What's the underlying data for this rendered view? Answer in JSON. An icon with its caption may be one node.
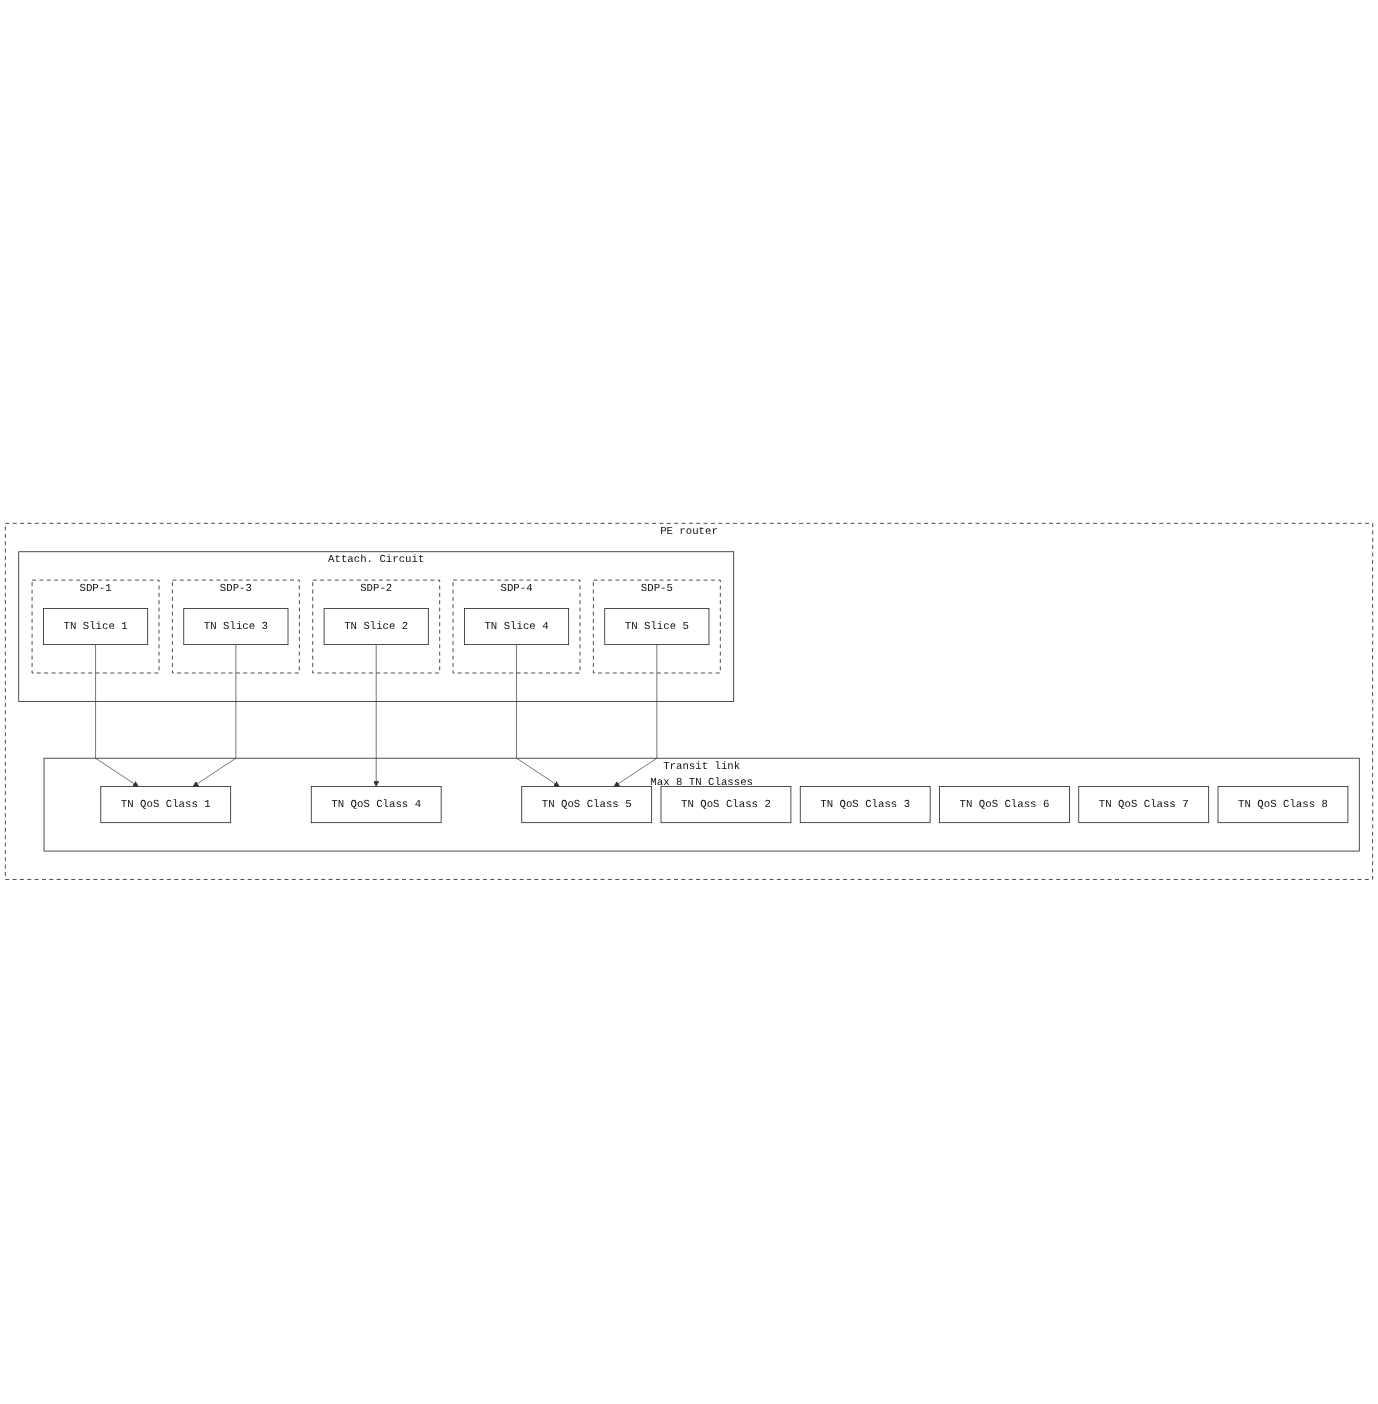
{
  "diagram": {
    "nodes": [
      {
        "text": [
          "PE router"
        ]
      },
      {
        "text": [
          "Attach. Circuit"
        ],
        "in": 0
      },
      {
        "text": [
          "SDP-1"
        ],
        "in": 1
      },
      {
        "text": [
          "TN Slice 1"
        ],
        "in": 2
      },
      {
        "text": [
          "SDP-2"
        ],
        "in": 1
      },
      {
        "text": [
          "TN Slice 2"
        ],
        "in": 4
      },
      {
        "text": [
          "SDP-3"
        ],
        "in": 1
      },
      {
        "text": [
          "TN Slice 3"
        ],
        "in": 6
      },
      {
        "text": [
          "SDP-4"
        ],
        "in": 1
      },
      {
        "text": [
          "TN Slice 4"
        ],
        "in": 8
      },
      {
        "text": [
          "SDP-5"
        ],
        "in": 1
      },
      {
        "text": [
          "TN Slice 5"
        ],
        "in": 10
      },
      {
        "text": [
          "Transit link",
          "Max 8 TN Classes"
        ],
        "in": 0
      },
      {
        "text": [
          "TN QoS Class 1"
        ],
        "in": 12
      },
      {
        "text": [
          "TN QoS Class 2"
        ],
        "in": 12
      },
      {
        "text": [
          "TN QoS Class 3"
        ],
        "in": 12
      },
      {
        "text": [
          "TN QoS Class 4"
        ],
        "in": 12
      },
      {
        "text": [
          "TN QoS Class 5"
        ],
        "in": 12
      },
      {
        "text": [
          "TN QoS Class 6"
        ],
        "in": 12
      },
      {
        "text": [
          "TN QoS Class 7"
        ],
        "in": 12
      },
      {
        "text": [
          "TN QoS Class 8"
        ],
        "in": 12
      }
    ],
    "edges": [
      {
        "from": 3,
        "to": 13,
        "arrow": "to"
      },
      {
        "from": 5,
        "to": 16,
        "arrow": "to"
      },
      {
        "from": 7,
        "to": 13,
        "arrow": "to"
      },
      {
        "from": 9,
        "to": 17,
        "arrow": "to"
      },
      {
        "from": 11,
        "to": 17,
        "arrow": "to"
      }
    ]
  }
}
